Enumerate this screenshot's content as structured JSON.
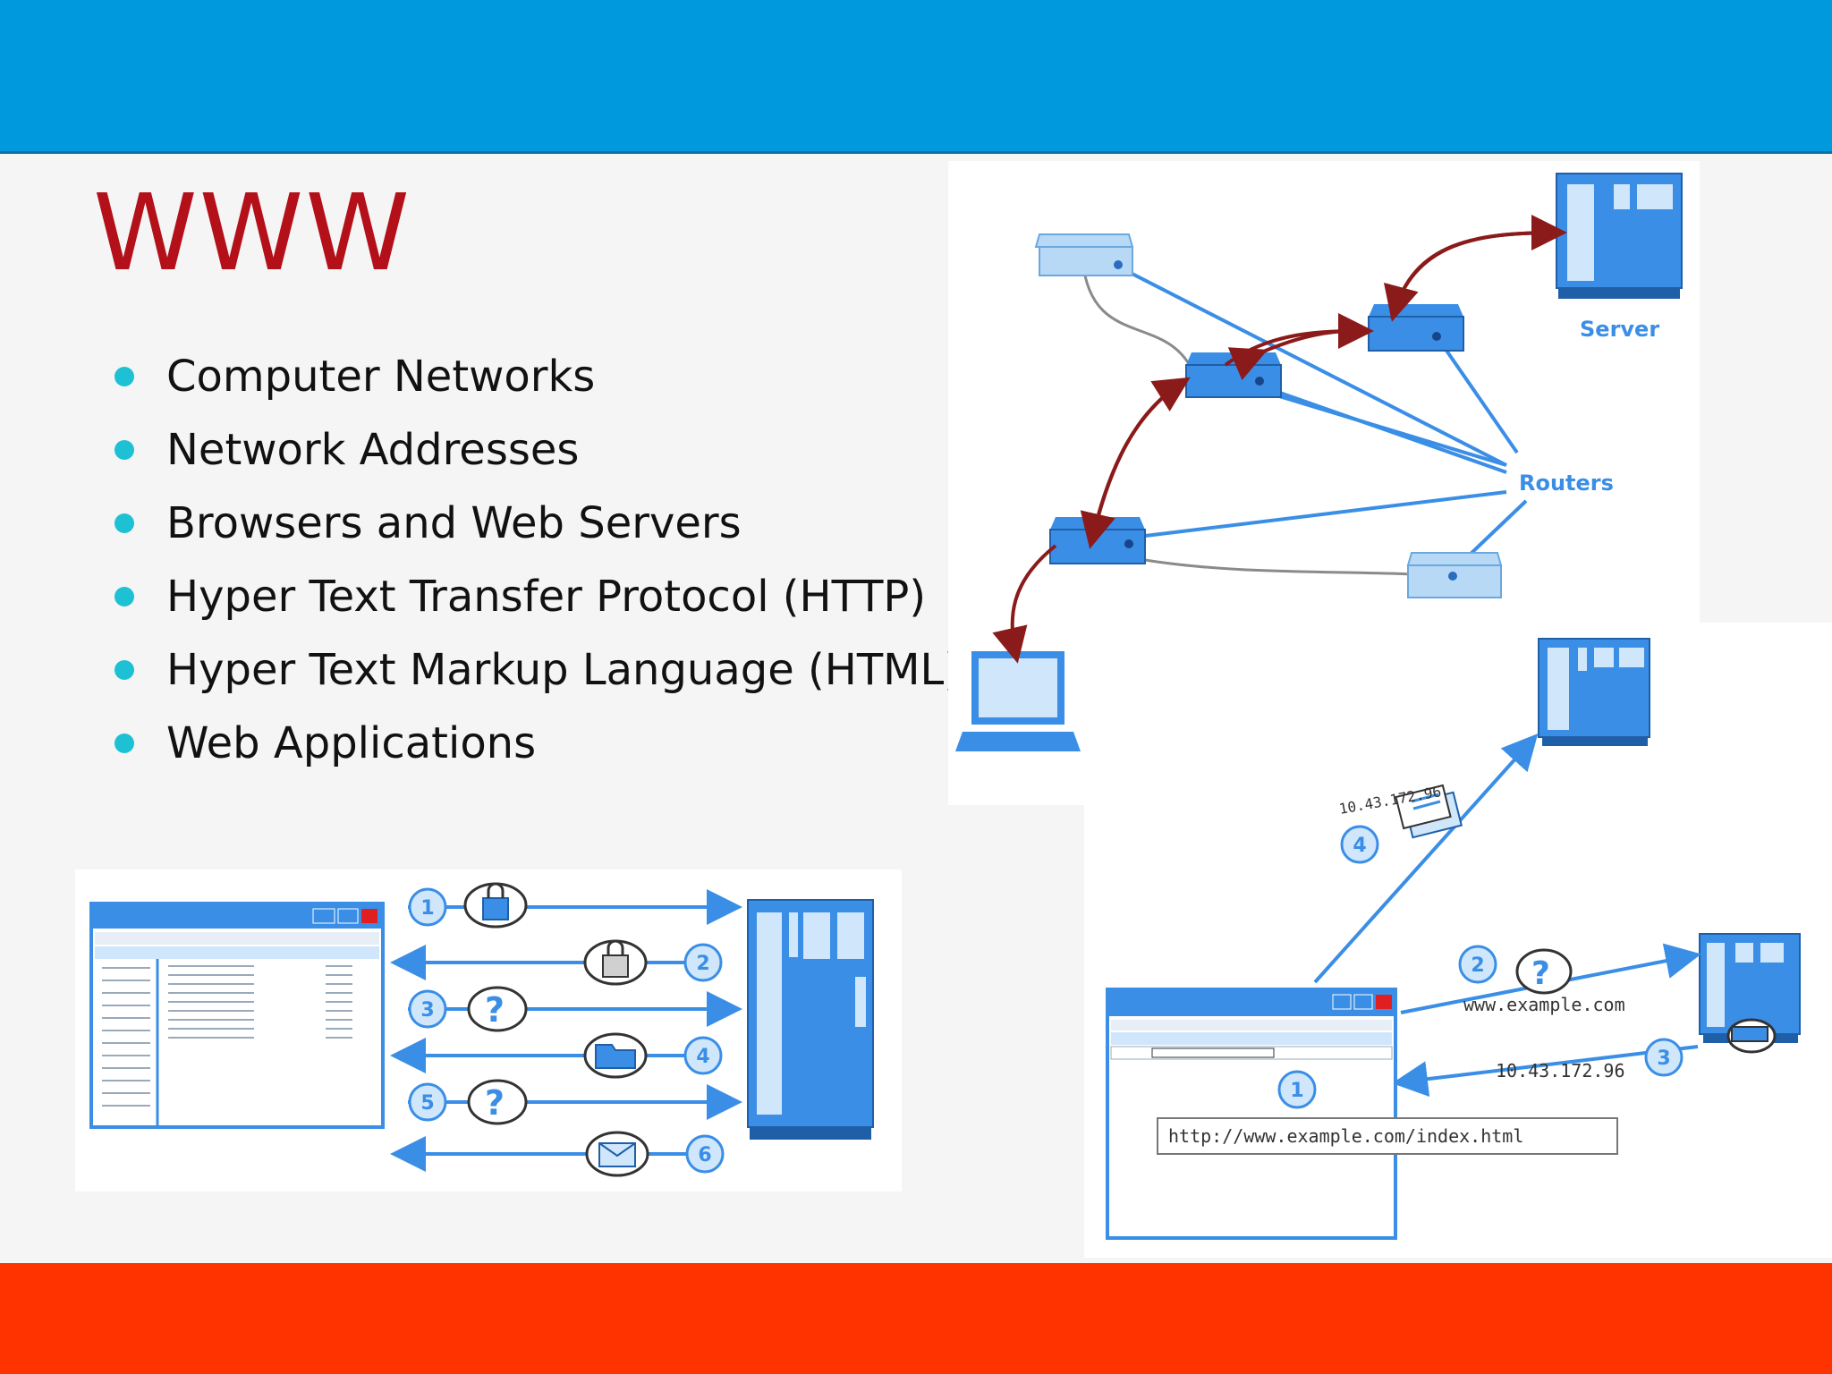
{
  "slide": {
    "title": "WWW",
    "bullets": [
      "Computer Networks",
      "Network Addresses",
      "Browsers and Web Servers",
      "Hyper Text Transfer Protocol (HTTP)",
      "Hyper Text Markup Language (HTML)",
      "Web Applications"
    ]
  },
  "network_diagram": {
    "server_label": "Server",
    "routers_label": "Routers"
  },
  "http_diagram": {
    "steps": [
      "1",
      "2",
      "3",
      "4",
      "5",
      "6"
    ]
  },
  "dns_diagram": {
    "steps": [
      "1",
      "2",
      "3",
      "4"
    ],
    "ip_address": "10.43.172.96",
    "domain": "www.example.com",
    "url": "http://www.example.com/index.html"
  },
  "colors": {
    "top_bar": "#0099dd",
    "bottom_bar": "#ff3300",
    "title": "#b3101a",
    "bullet_dot": "#1ec0d4",
    "device_blue": "#3a8ee6",
    "arrow_dark_red": "#8b1a1a"
  }
}
